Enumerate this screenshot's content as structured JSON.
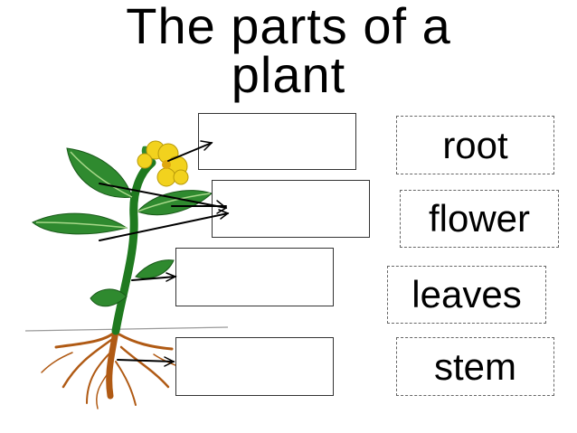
{
  "title": "The parts of a\nplant",
  "word_cards": [
    "root",
    "flower",
    "leaves",
    "stem"
  ],
  "colors": {
    "stem": "#1f7a1f",
    "leaf": "#2f8a2f",
    "leaf_vein": "#a8d88a",
    "flower": "#f2d21e",
    "root": "#c96a1c",
    "arrow": "#000000"
  }
}
